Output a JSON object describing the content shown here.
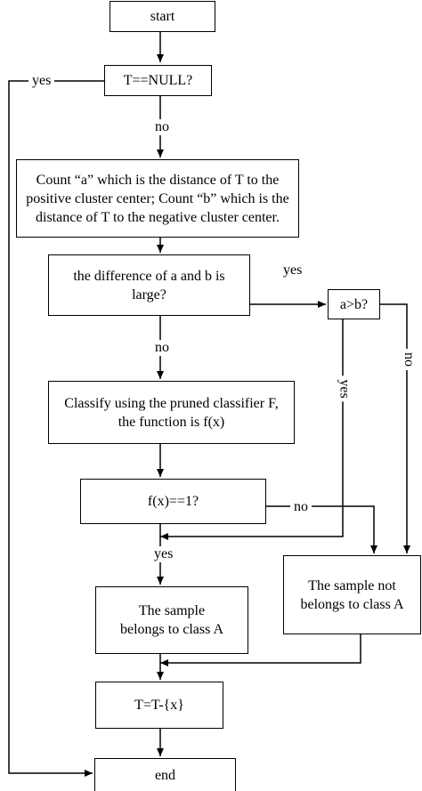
{
  "nodes": {
    "start": "start",
    "null_check": "T==NULL?",
    "compute": "Count “a” which is the distance of T to the positive cluster center; Count “b” which is the distance of T to the negative cluster center.",
    "diff_check": "the difference of a and b is large?",
    "compare": "a>b?",
    "classify": "Classify using the pruned classifier F, the function is f(x)",
    "fx_check": "f(x)==1?",
    "class_a": "The sample belongs to class A",
    "not_class_a": "The sample not belongs to class A",
    "remove": "T=T-{x}",
    "end": "end"
  },
  "edge_labels": {
    "null_yes": "yes",
    "null_no": "no",
    "diff_yes": "yes",
    "diff_no": "no",
    "compare_yes": "yes",
    "compare_no": "no",
    "fx_no": "no",
    "fx_yes": "yes"
  }
}
